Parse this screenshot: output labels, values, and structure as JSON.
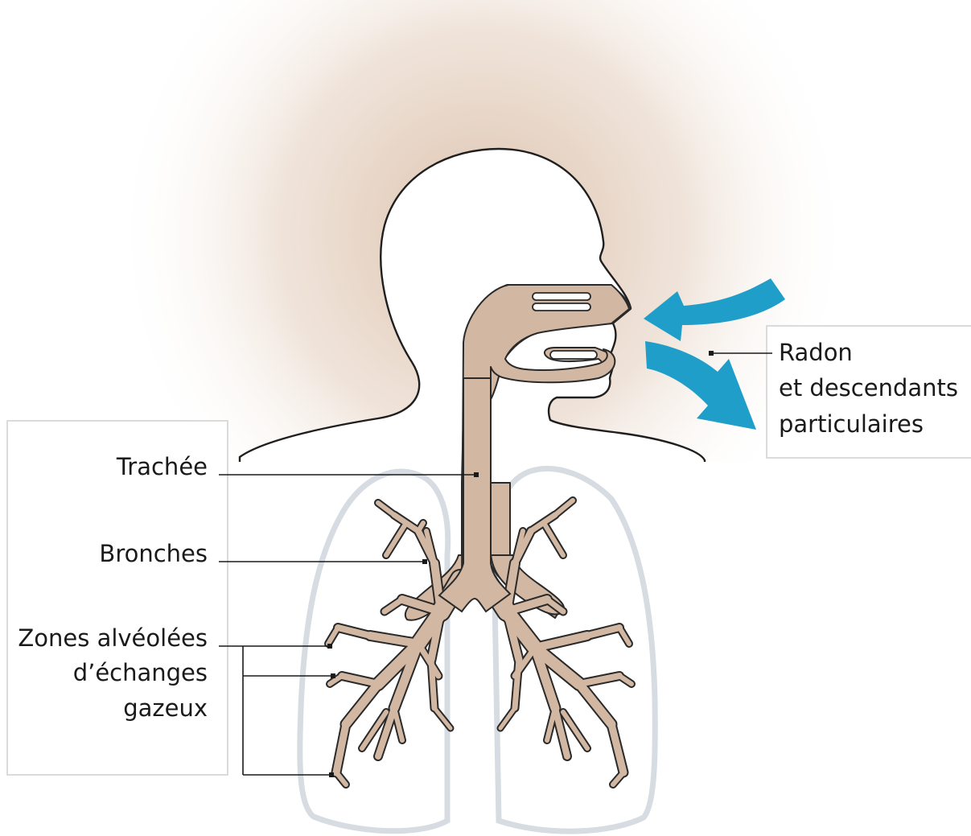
{
  "labels": {
    "radon": [
      "Radon",
      "et descendants",
      "particulaires"
    ],
    "trachea": "Trachée",
    "bronchi": "Bronches",
    "alveolar": [
      "Zones alvéolées",
      "d’échanges",
      "gazeux"
    ]
  },
  "colors": {
    "airway": "#d2b8a3",
    "halo": "#e7d4c4",
    "lung_outline": "#d6dce2",
    "arrow": "#1e9ec8",
    "outline": "#2a2a2a"
  },
  "icons": {
    "inhale": "arrow-left-curved",
    "exhale": "arrow-down-right-curved"
  }
}
